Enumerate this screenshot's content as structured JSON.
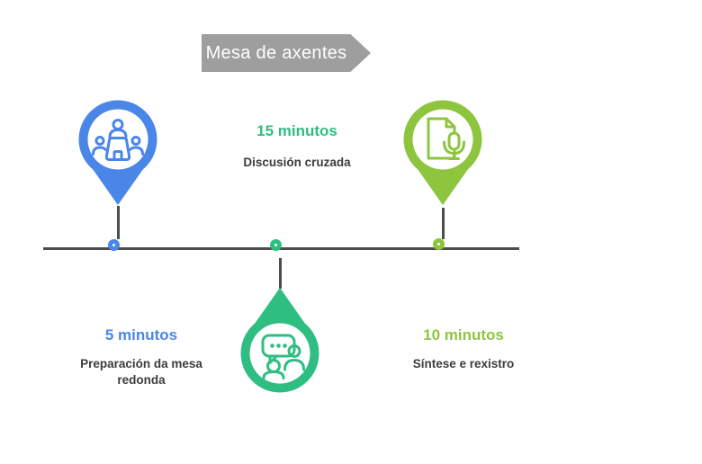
{
  "banner": {
    "title": "Mesa de axentes"
  },
  "timeline": {
    "steps": [
      {
        "duration": "5 minutos",
        "caption": "Preparación da mesa redonda",
        "color": "#4a86e8",
        "icon": "meeting-table-icon",
        "pin_side": "above-line",
        "text_side": "below-line"
      },
      {
        "duration": "15 minutos",
        "caption": "Discusión cruzada",
        "color": "#2fbe82",
        "icon": "speech-bubble-people-icon",
        "pin_side": "below-line",
        "text_side": "above-line"
      },
      {
        "duration": "10 minutos",
        "caption": "Síntese e rexistro",
        "color": "#8ec53f",
        "icon": "document-microphone-icon",
        "pin_side": "above-line",
        "text_side": "below-line"
      }
    ]
  },
  "colors": {
    "blue": "#4a86e8",
    "teal": "#2fbe82",
    "lime": "#8ec53f",
    "banner_gray": "#9e9e9e",
    "line_gray": "#4d4d4d",
    "caption_text": "#3c3c3c",
    "background": "#ffffff"
  }
}
